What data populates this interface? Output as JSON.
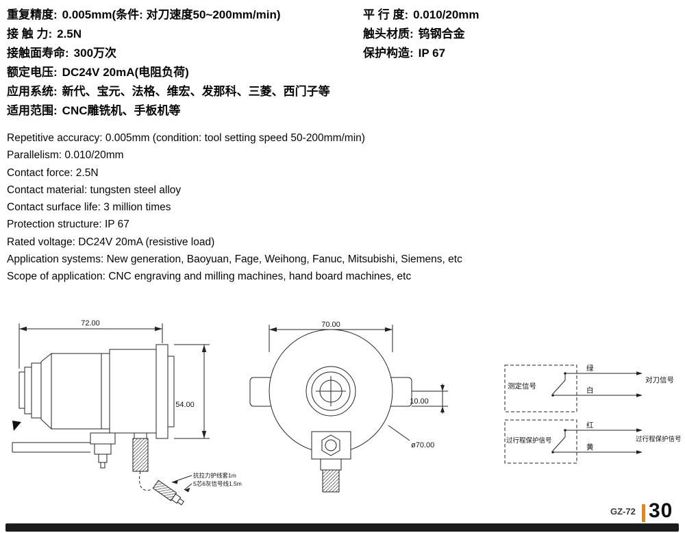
{
  "specs_cn": {
    "left": [
      {
        "label": "重复精度:",
        "value": "0.005mm(条件: 对刀速度50~200mm/min)"
      },
      {
        "label": "接 触 力:",
        "value": "2.5N"
      },
      {
        "label": "接触面寿命:",
        "value": "300万次"
      },
      {
        "label": "额定电压:",
        "value": "DC24V 20mA(电阻负荷)"
      },
      {
        "label": "应用系统:",
        "value": "新代、宝元、法格、维宏、发那科、三菱、西门子等"
      },
      {
        "label": "适用范围:",
        "value": "CNC雕铣机、手板机等"
      }
    ],
    "right": [
      {
        "label": "平 行 度:",
        "value": "0.010/20mm"
      },
      {
        "label": "触头材质:",
        "value": "钨钢合金"
      },
      {
        "label": "保护构造:",
        "value": "IP 67"
      }
    ]
  },
  "specs_en": [
    "Repetitive accuracy: 0.005mm (condition: tool setting speed 50-200mm/min)",
    "Parallelism: 0.010/20mm",
    "Contact force: 2.5N",
    "Contact material: tungsten steel alloy",
    "Contact surface life: 3 million times",
    "Protection structure: IP 67",
    "Rated voltage: DC24V 20mA (resistive load)",
    "Application systems: New generation, Baoyuan, Fage, Weihong, Fanuc, Mitsubishi, Siemens, etc",
    "Scope of application: CNC engraving and milling machines, hand board machines, etc"
  ],
  "side_view": {
    "width_dim": "72.00",
    "height_dim": "54.00",
    "cable_note1": "抗拉力护线套1m",
    "cable_note2": "5芯6灰信号线1.5m"
  },
  "front_view": {
    "width_dim": "70.00",
    "offset_dim": "10.00",
    "diameter_dim": "ø70.00"
  },
  "wiring": {
    "measure_label": "测定信号",
    "measure_wire_top": "绿",
    "measure_wire_bottom": "白",
    "measure_output": "对刀信号",
    "overtravel_label": "过行程保护信号",
    "overtravel_wire_top": "红",
    "overtravel_wire_bottom": "黄",
    "overtravel_output": "过行程保护信号"
  },
  "footer": {
    "model": "GZ-72",
    "page": "30",
    "accent_color": "#f08300",
    "bar_color": "#1b1b1b"
  }
}
